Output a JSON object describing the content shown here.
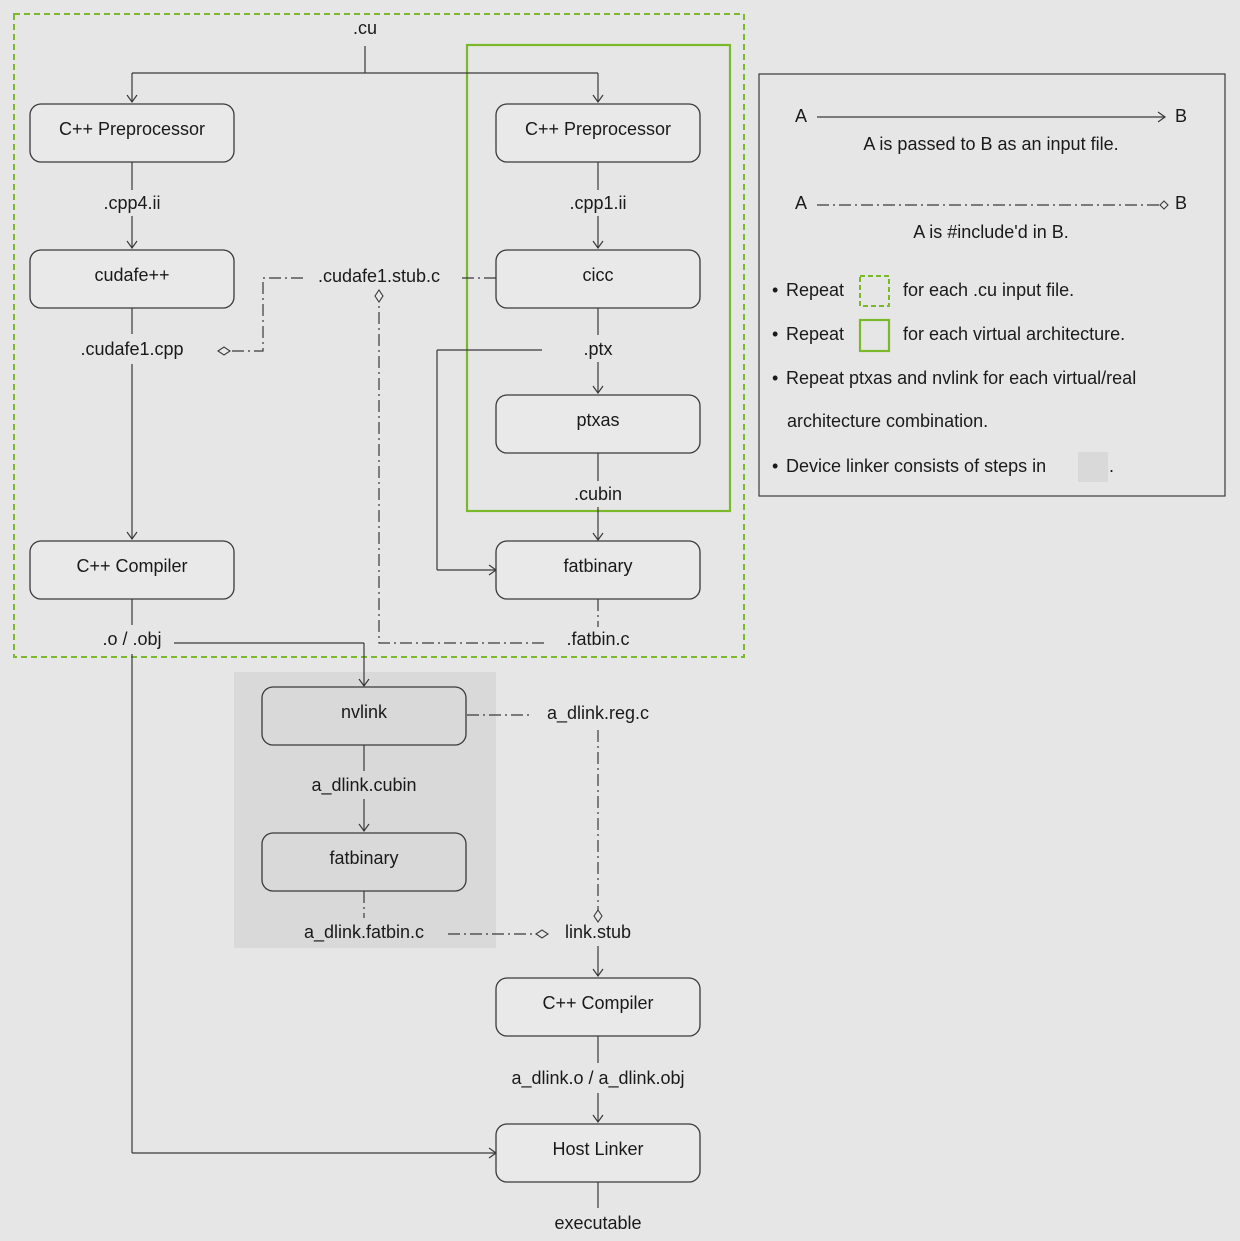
{
  "nodes": {
    "cpp_pre_host": "C++ Preprocessor",
    "cpp_pre_dev": "C++ Preprocessor",
    "cudafe": "cudafe++",
    "cicc": "cicc",
    "ptxas": "ptxas",
    "cpp_comp_host": "C++ Compiler",
    "fatbinary_1": "fatbinary",
    "nvlink": "nvlink",
    "fatbinary_2": "fatbinary",
    "cpp_comp_link": "C++ Compiler",
    "host_linker": "Host Linker"
  },
  "files": {
    "cu": ".cu",
    "cpp4": ".cpp4.ii",
    "cpp1": ".cpp1.ii",
    "cudafe1_stub": ".cudafe1.stub.c",
    "cudafe1_cpp": ".cudafe1.cpp",
    "ptx": ".ptx",
    "cubin": ".cubin",
    "fatbin_c": ".fatbin.c",
    "obj": ".o / .obj",
    "dlink_reg": "a_dlink.reg.c",
    "dlink_cubin": "a_dlink.cubin",
    "dlink_fatbin": "a_dlink.fatbin.c",
    "link_stub": "link.stub",
    "dlink_obj": "a_dlink.o / a_dlink.obj",
    "executable": "executable"
  },
  "legend": {
    "a1": "A",
    "b1": "B",
    "desc1": "A is passed to B as an input file.",
    "a2": "A",
    "b2": "B",
    "desc2": "A is #include'd in B.",
    "bullet": "•",
    "repeat_label": "Repeat",
    "repeat_cu": "for each .cu input file.",
    "repeat_arch": "for each virtual architecture.",
    "repeat_ptxas_1": "Repeat ptxas and nvlink for each virtual/real",
    "repeat_ptxas_2": "architecture combination.",
    "device_linker": "Device linker consists of steps in",
    "period": "."
  },
  "colors": {
    "green": "#7ab929",
    "device_linker_bg": "#d9d9d9",
    "background": "#e6e6e6"
  }
}
